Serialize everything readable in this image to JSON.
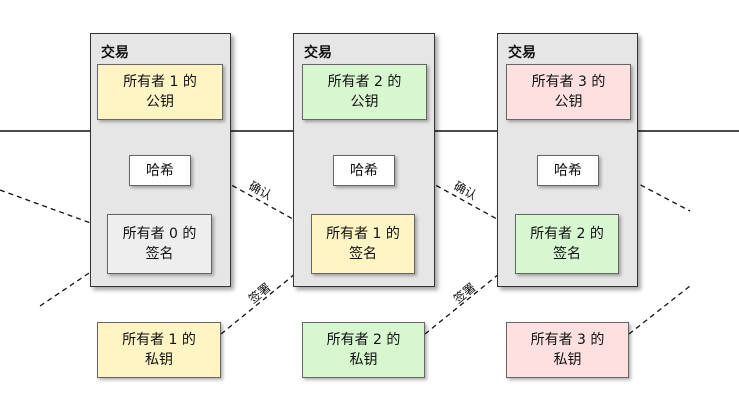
{
  "transactions": [
    {
      "title": "交易",
      "pubkey": {
        "line1": "所有者 1 的",
        "line2": "公钥"
      },
      "hash": "哈希",
      "signature": {
        "line1": "所有者 0 的",
        "line2": "签名"
      }
    },
    {
      "title": "交易",
      "pubkey": {
        "line1": "所有者 2 的",
        "line2": "公钥"
      },
      "hash": "哈希",
      "signature": {
        "line1": "所有者 1 的",
        "line2": "签名"
      }
    },
    {
      "title": "交易",
      "pubkey": {
        "line1": "所有者 3 的",
        "line2": "公钥"
      },
      "hash": "哈希",
      "signature": {
        "line1": "所有者 2 的",
        "line2": "签名"
      }
    }
  ],
  "private_keys": [
    {
      "line1": "所有者 1 的",
      "line2": "私钥"
    },
    {
      "line1": "所有者 2 的",
      "line2": "私钥"
    },
    {
      "line1": "所有者 3 的",
      "line2": "私钥"
    }
  ],
  "labels": {
    "verify": [
      "确认",
      "确认"
    ],
    "sign": [
      "签署",
      "签署"
    ]
  },
  "colors": {
    "yellow": "#fff4c4",
    "green": "#d7f7d0",
    "pink": "#ffe0e0",
    "transaction_bg": "#e6e6e6"
  }
}
